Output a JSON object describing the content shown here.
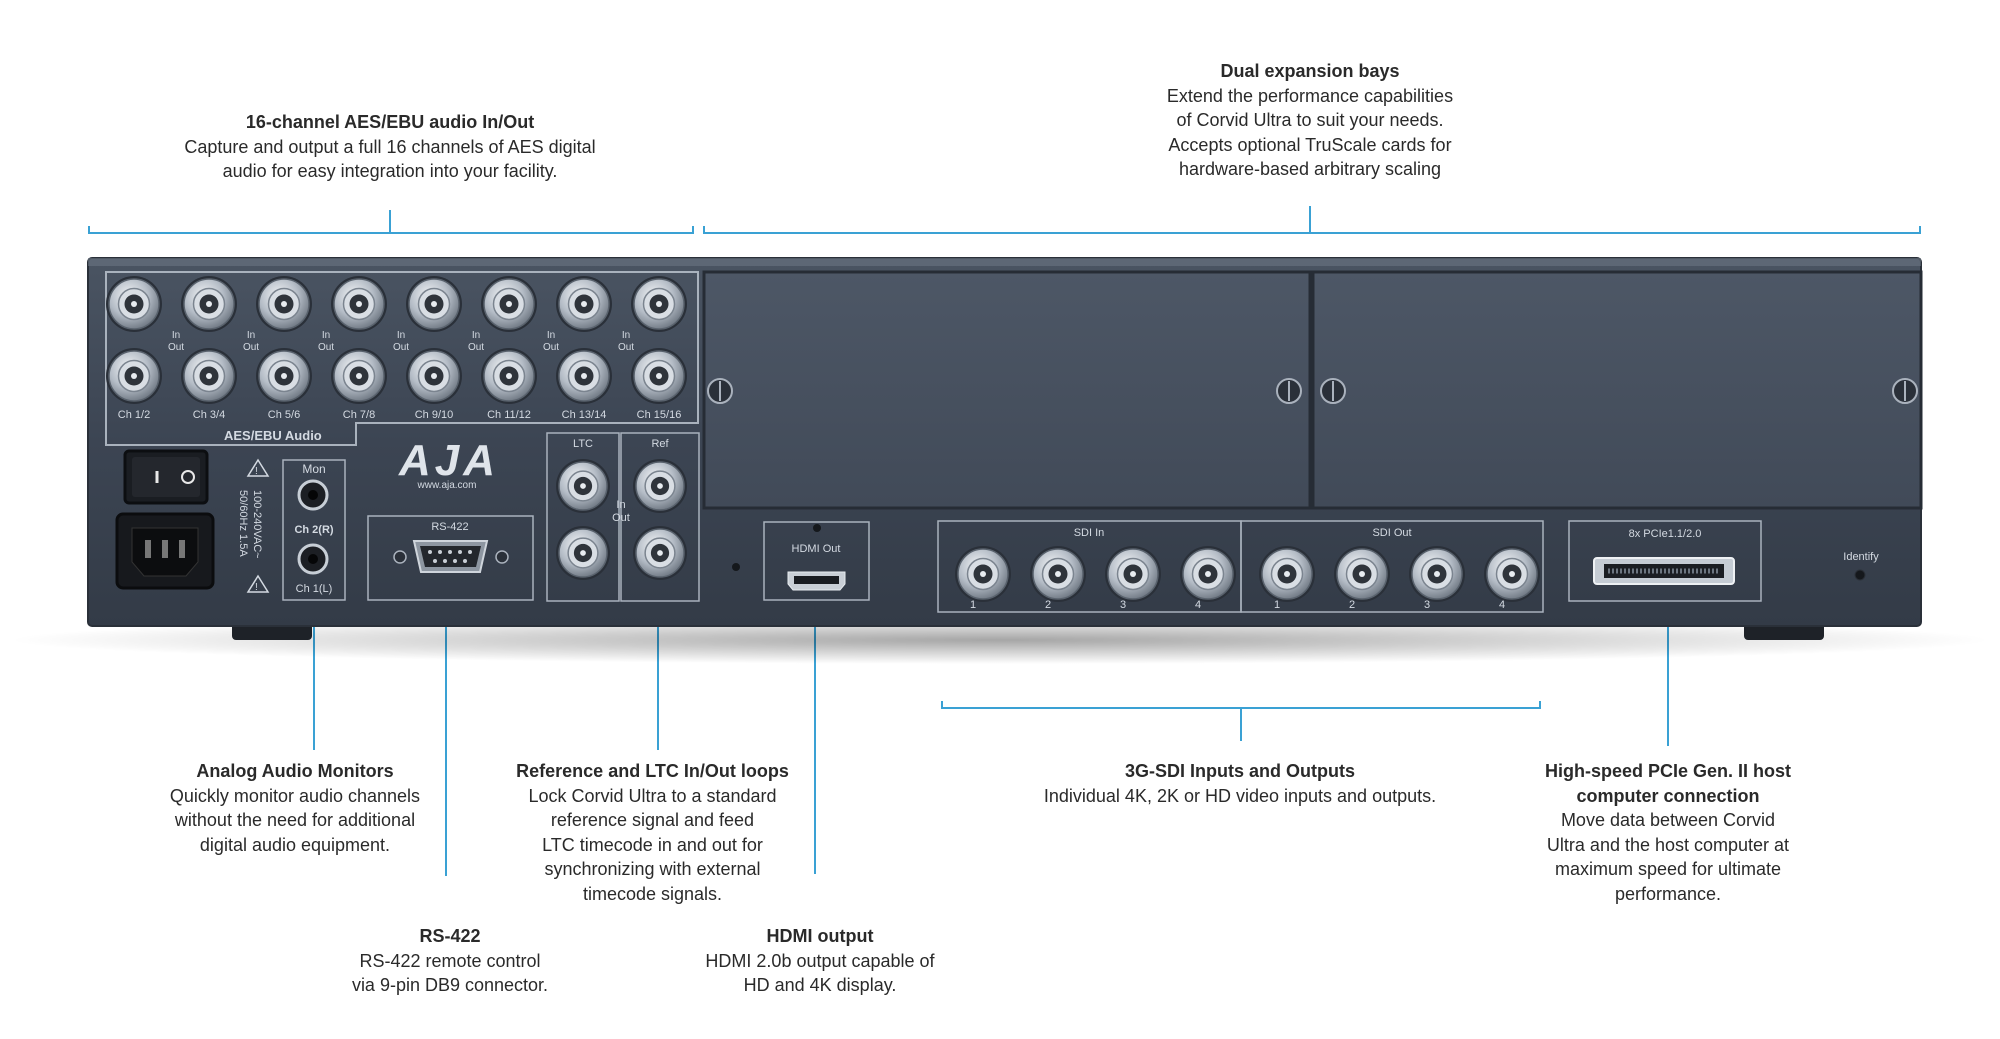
{
  "callouts": {
    "aes": {
      "title": "16-channel AES/EBU audio In/Out",
      "desc": "Capture and output a full 16 channels of AES digital\naudio for easy integration into your facility."
    },
    "bays": {
      "title": "Dual expansion bays",
      "desc": "Extend the performance capabilities\nof Corvid Ultra to suit your needs.\nAccepts optional TruScale cards for\nhardware-based arbitrary scaling"
    },
    "analog": {
      "title": "Analog Audio Monitors",
      "desc": "Quickly monitor audio channels\nwithout the need for additional\ndigital audio equipment."
    },
    "ref": {
      "title": "Reference and LTC In/Out loops",
      "desc": "Lock Corvid Ultra to a standard\nreference signal and feed\nLTC timecode in and out for\nsynchronizing with external\ntimecode signals."
    },
    "sdi": {
      "title": "3G-SDI Inputs and Outputs",
      "desc": "Individual 4K, 2K or HD video inputs and outputs."
    },
    "pcie": {
      "title": "High-speed PCIe Gen. II host\ncomputer connection",
      "desc": "Move data between Corvid\nUltra and the host computer at\nmaximum speed for ultimate\nperformance."
    },
    "rs422": {
      "title": "RS-422",
      "desc": "RS-422 remote control\nvia 9-pin DB9 connector."
    },
    "hdmi": {
      "title": "HDMI output",
      "desc": "HDMI 2.0b output capable of\nHD and 4K display."
    }
  },
  "panel": {
    "aes_channels": [
      "Ch 1/2",
      "Ch 3/4",
      "Ch 5/6",
      "Ch 7/8",
      "Ch 9/10",
      "Ch 11/12",
      "Ch 13/14",
      "Ch 15/16"
    ],
    "in_label": "In",
    "out_label": "Out",
    "aes_section_label": "AES/EBU Audio",
    "power_rating": "100-240VAC~\n50/60Hz 1.5A",
    "mon_label": "Mon",
    "mon_ch2": "Ch 2(R)",
    "mon_ch1": "Ch 1(L)",
    "logo": "AJA",
    "website": "www.aja.com",
    "rs422_label": "RS-422",
    "ltc_label": "LTC",
    "ref_label": "Ref",
    "in_out": "In\nOut",
    "hdmi_label": "HDMI Out",
    "sdi_in_label": "SDI In",
    "sdi_out_label": "SDI Out",
    "sdi_ports": [
      "1",
      "2",
      "3",
      "4"
    ],
    "pcie_label": "8x PCIe1.1/2.0",
    "identify_label": "Identify"
  },
  "colors": {
    "accent": "#3aa1d4",
    "chassis": "#3d4654",
    "panel_text": "#d4dae2"
  }
}
